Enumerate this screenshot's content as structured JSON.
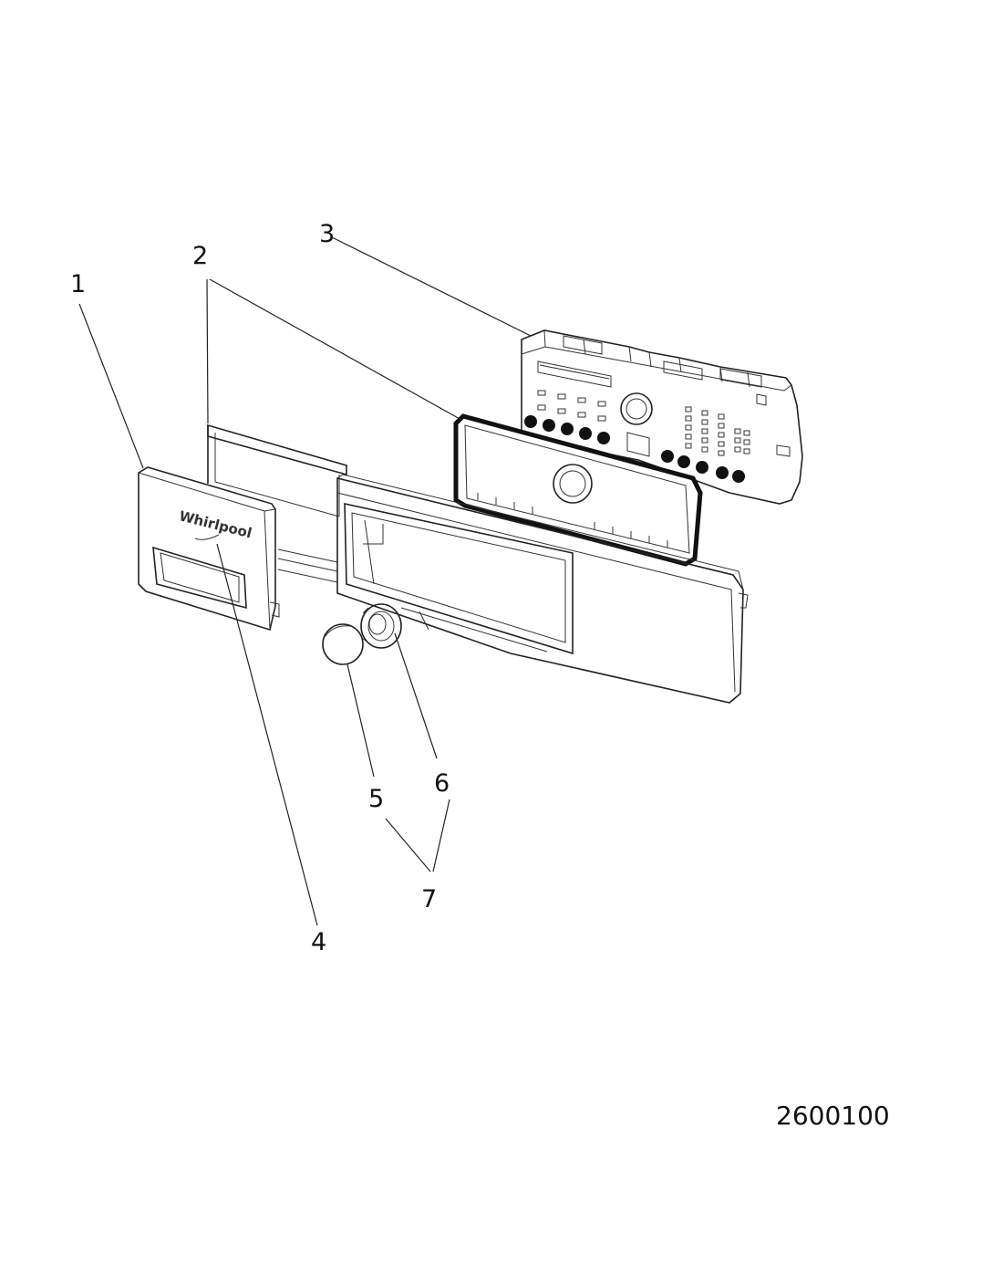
{
  "diagram": {
    "drawing_number": "2600100",
    "logo_text": "Whirlpool",
    "callouts": [
      {
        "label": "1"
      },
      {
        "label": "2"
      },
      {
        "label": "3"
      },
      {
        "label": "4"
      },
      {
        "label": "5"
      },
      {
        "label": "6"
      },
      {
        "label": "7"
      }
    ]
  }
}
